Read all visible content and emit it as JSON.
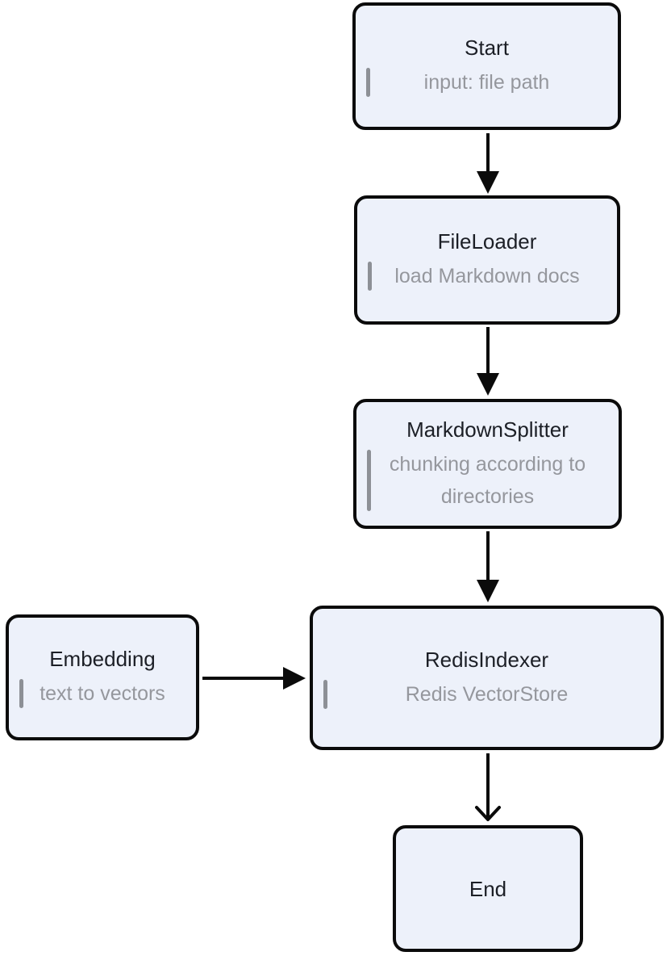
{
  "diagram": {
    "type": "flowchart",
    "nodes": {
      "start": {
        "title": "Start",
        "subtitle": "input: file path"
      },
      "fileloader": {
        "title": "FileLoader",
        "subtitle": "load Markdown docs"
      },
      "markdownsplitter": {
        "title": "MarkdownSplitter",
        "subtitle": "chunking according to directories"
      },
      "embedding": {
        "title": "Embedding",
        "subtitle": "text to vectors"
      },
      "redisindexer": {
        "title": "RedisIndexer",
        "subtitle": "Redis VectorStore"
      },
      "end": {
        "title": "End"
      }
    },
    "edges": [
      {
        "from": "start",
        "to": "fileloader",
        "arrowhead": "filled-triangle",
        "direction": "down"
      },
      {
        "from": "fileloader",
        "to": "markdownsplitter",
        "arrowhead": "filled-triangle",
        "direction": "down"
      },
      {
        "from": "markdownsplitter",
        "to": "redisindexer",
        "arrowhead": "filled-triangle",
        "direction": "down"
      },
      {
        "from": "embedding",
        "to": "redisindexer",
        "arrowhead": "filled-triangle",
        "direction": "right"
      },
      {
        "from": "redisindexer",
        "to": "end",
        "arrowhead": "open-chevron",
        "direction": "down"
      }
    ]
  },
  "colors": {
    "node_fill": "#edf1fa",
    "node_border": "#0b0b0b",
    "title_text": "#1c1f26",
    "subtitle_text": "#95979d",
    "bar": "#8d9096",
    "arrow": "#0b0b0b",
    "background": "#ffffff"
  }
}
